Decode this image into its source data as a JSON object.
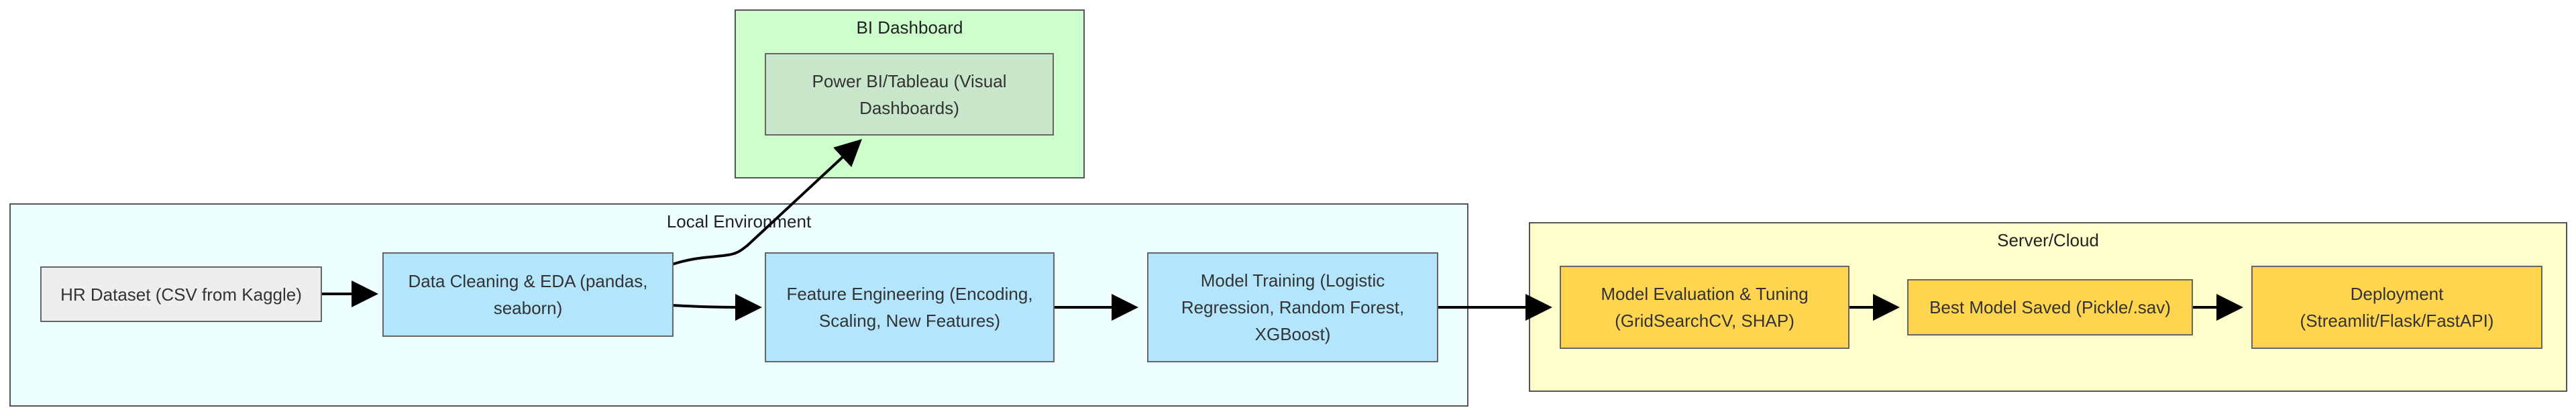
{
  "colors": {
    "bi_fill": "#ccffcc",
    "local_fill": "#eeffff",
    "server_fill": "#ffffcc",
    "dataset_fill": "#eeeeee",
    "blue_fill": "#b3e5fc",
    "green_node_fill": "#c8e6c9",
    "yellow_fill": "#ffd54f",
    "edge": "#000000"
  },
  "clusters": {
    "bi": {
      "title": "BI Dashboard"
    },
    "local": {
      "title": "Local Environment"
    },
    "server": {
      "title": "Server/Cloud"
    }
  },
  "nodes": {
    "power_bi": {
      "label": "Power BI/Tableau (Visual Dashboards)"
    },
    "hr_dataset": {
      "label": "HR Dataset (CSV from Kaggle)"
    },
    "data_cleaning": {
      "label": "Data Cleaning & EDA (pandas, seaborn)"
    },
    "feature_engineering": {
      "label": "Feature Engineering (Encoding, Scaling, New Features)"
    },
    "model_training": {
      "label": "Model Training (Logistic Regression, Random Forest, XGBoost)"
    },
    "model_evaluation": {
      "label": "Model Evaluation & Tuning (GridSearchCV, SHAP)"
    },
    "best_model": {
      "label": "Best Model Saved (Pickle/.sav)"
    },
    "deployment": {
      "label": "Deployment (Streamlit/Flask/FastAPI)"
    }
  }
}
